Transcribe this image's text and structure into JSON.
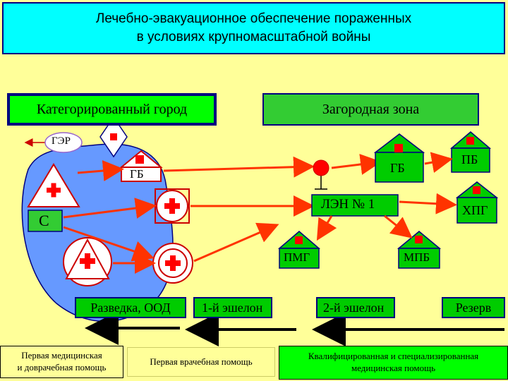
{
  "title": {
    "line1": "Лечебно-эвакуационное обеспечение пораженных",
    "line2": "в условиях крупномасштабной войны"
  },
  "city_label": "Категорированный город",
  "zone_label": "Загородная зона",
  "nodes": {
    "ger": "ГЭР",
    "gb_city": "ГБ",
    "s": "С",
    "gb_zone": "ГБ",
    "pb": "ПБ",
    "len": "ЛЭН № 1",
    "hpg": "ХПГ",
    "pmg": "ПМГ",
    "mpb": "МПБ"
  },
  "echelons": {
    "recon": "Разведка, ООД",
    "first": "1-й эшелон",
    "second": "2-й эшелон",
    "reserve": "Резерв"
  },
  "aid": {
    "first_line1": "Первая медицинская",
    "first_line2": "и доврачебная помощь",
    "doctor": "Первая врачебная помощь",
    "qualified_line1": "Квалифицированная и специализированная",
    "qualified_line2": "медицинская помощь"
  },
  "colors": {
    "background": "#ffff99",
    "title_bg": "#00ffff",
    "green": "#00cc00",
    "arrow": "#ff3300",
    "circle": "#6699ff"
  }
}
